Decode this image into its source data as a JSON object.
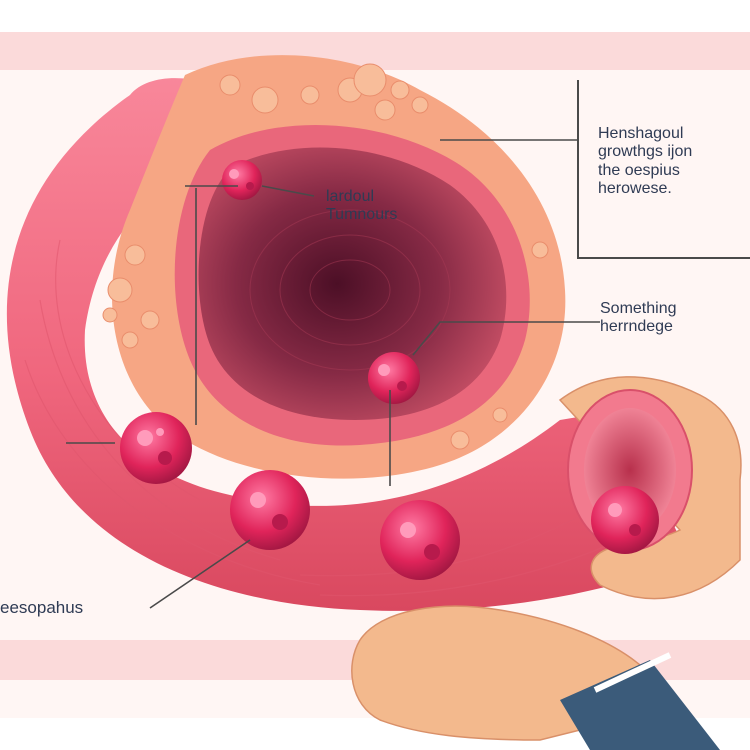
{
  "labels": {
    "tumours": "lardoul\nTumnours",
    "callout_box": "Henshagoul\ngrowthgs ijon\nthe oespius\nherowese.",
    "something": "Something\nherrndege",
    "oesophagus": "eesopahus"
  },
  "colors": {
    "background": "#ffffff",
    "band": "#fbdada",
    "tube": "#f16a80",
    "tube_dark": "#d8485f",
    "lumen": "#6e1c36",
    "tissue": "#f6a684",
    "tumour": "#e0245a",
    "hand": "#f3b98d",
    "sleeve": "#3b5b7a",
    "text": "#2f3b54",
    "leader": "#4a4a4a"
  }
}
